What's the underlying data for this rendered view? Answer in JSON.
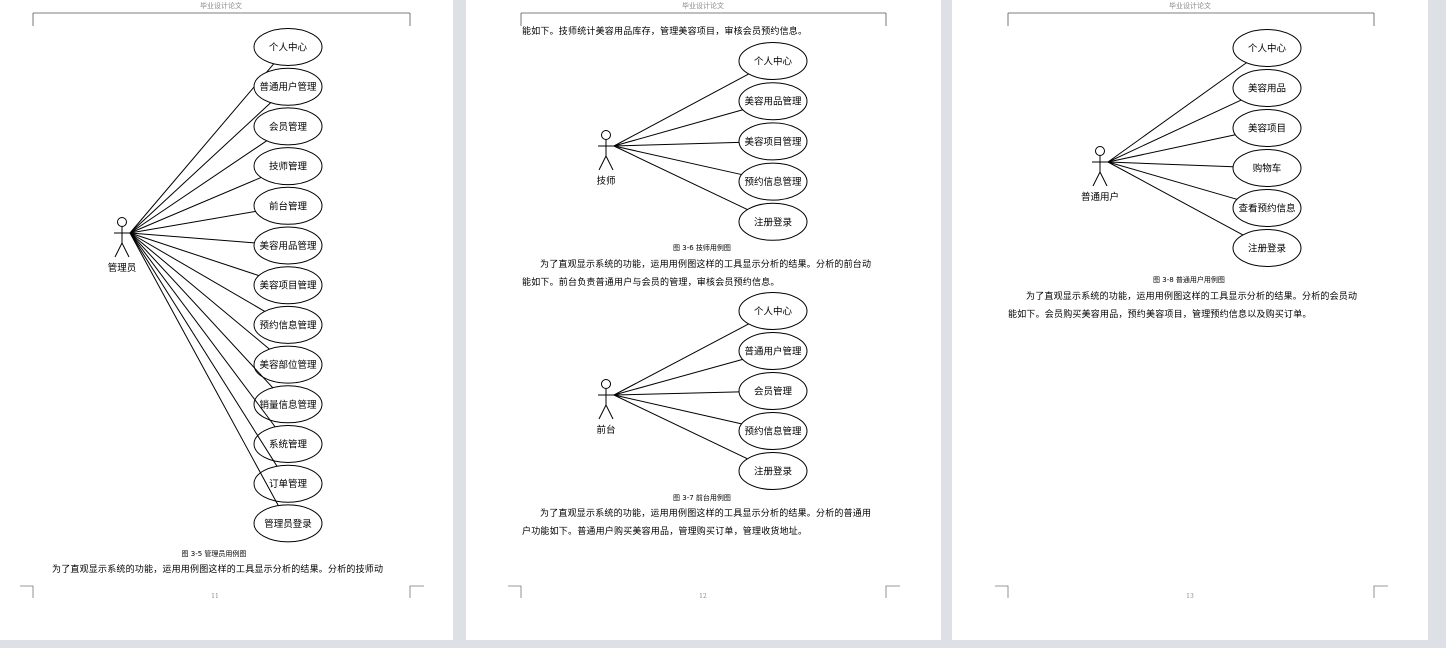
{
  "header_text": "毕业设计论文",
  "pages": [
    {
      "page_number": "11",
      "diagram": {
        "actor": "管理员",
        "use_cases": [
          "个人中心",
          "普通用户管理",
          "会员管理",
          "技师管理",
          "前台管理",
          "美容用品管理",
          "美容项目管理",
          "预约信息管理",
          "美容部位管理",
          "销量信息管理",
          "系统管理",
          "订单管理",
          "管理员登录"
        ]
      },
      "caption": "图 3-5  管理员用例图",
      "para_lines": [
        "为了直观显示系统的功能，运用用例图这样的工具显示分析的结果。分析的技师动"
      ]
    },
    {
      "page_number": "12",
      "top_line": "能如下。技师统计美容用品库存，管理美容项目，审核会员预约信息。",
      "diagram_a": {
        "actor": "技师",
        "use_cases": [
          "个人中心",
          "美容用品管理",
          "美容项目管理",
          "预约信息管理",
          "注册登录"
        ]
      },
      "caption_a": "图 3-6  技师用例图",
      "para_a_lines": [
        "为了直观显示系统的功能，运用用例图这样的工具显示分析的结果。分析的前台动",
        "能如下。前台负责普通用户与会员的管理，审核会员预约信息。"
      ],
      "diagram_b": {
        "actor": "前台",
        "use_cases": [
          "个人中心",
          "普通用户管理",
          "会员管理",
          "预约信息管理",
          "注册登录"
        ]
      },
      "caption_b": "图 3-7  前台用例图",
      "para_b_lines": [
        "为了直观显示系统的功能，运用用例图这样的工具显示分析的结果。分析的普通用",
        "户功能如下。普通用户购买美容用品，管理购买订单，管理收货地址。"
      ]
    },
    {
      "page_number": "13",
      "diagram": {
        "actor": "普通用户",
        "use_cases": [
          "个人中心",
          "美容用品",
          "美容项目",
          "购物车",
          "查看预约信息",
          "注册登录"
        ]
      },
      "caption": "图 3-8  普通用户用例图",
      "para_lines": [
        "为了直观显示系统的功能，运用用例图这样的工具显示分析的结果。分析的会员动",
        "能如下。会员购买美容用品，预约美容项目，管理预约信息以及购买订单。"
      ]
    }
  ]
}
